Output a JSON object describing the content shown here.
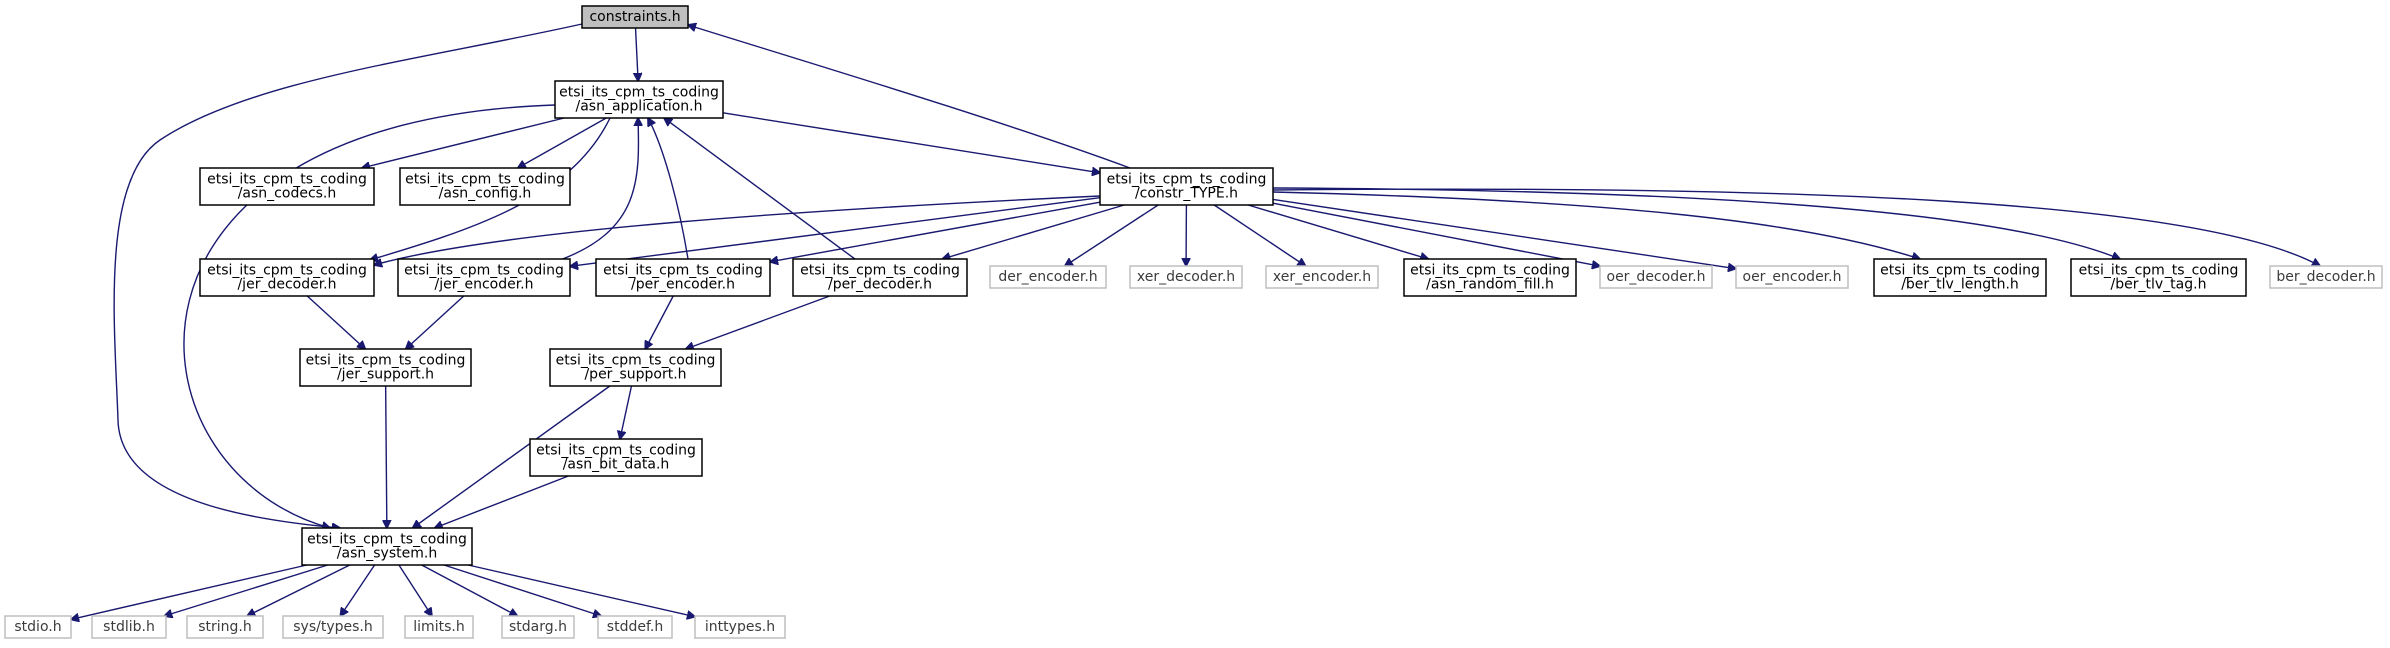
{
  "graph": {
    "nodes": [
      {
        "id": "constraints",
        "lines": [
          "constraints.h"
        ],
        "style": "focus"
      },
      {
        "id": "asn_application",
        "lines": [
          "etsi_its_cpm_ts_coding",
          "/asn_application.h"
        ],
        "style": "normal"
      },
      {
        "id": "asn_codecs",
        "lines": [
          "etsi_its_cpm_ts_coding",
          "/asn_codecs.h"
        ],
        "style": "normal"
      },
      {
        "id": "asn_config",
        "lines": [
          "etsi_its_cpm_ts_coding",
          "/asn_config.h"
        ],
        "style": "normal"
      },
      {
        "id": "constr_type",
        "lines": [
          "etsi_its_cpm_ts_coding",
          "/constr_TYPE.h"
        ],
        "style": "normal"
      },
      {
        "id": "jer_decoder",
        "lines": [
          "etsi_its_cpm_ts_coding",
          "/jer_decoder.h"
        ],
        "style": "normal"
      },
      {
        "id": "jer_encoder",
        "lines": [
          "etsi_its_cpm_ts_coding",
          "/jer_encoder.h"
        ],
        "style": "normal"
      },
      {
        "id": "per_encoder",
        "lines": [
          "etsi_its_cpm_ts_coding",
          "/per_encoder.h"
        ],
        "style": "normal"
      },
      {
        "id": "per_decoder",
        "lines": [
          "etsi_its_cpm_ts_coding",
          "/per_decoder.h"
        ],
        "style": "normal"
      },
      {
        "id": "der_encoder",
        "lines": [
          "der_encoder.h"
        ],
        "style": "system"
      },
      {
        "id": "xer_decoder",
        "lines": [
          "xer_decoder.h"
        ],
        "style": "system"
      },
      {
        "id": "xer_encoder",
        "lines": [
          "xer_encoder.h"
        ],
        "style": "system"
      },
      {
        "id": "asn_random_fill",
        "lines": [
          "etsi_its_cpm_ts_coding",
          "/asn_random_fill.h"
        ],
        "style": "normal"
      },
      {
        "id": "oer_decoder",
        "lines": [
          "oer_decoder.h"
        ],
        "style": "system"
      },
      {
        "id": "oer_encoder",
        "lines": [
          "oer_encoder.h"
        ],
        "style": "system"
      },
      {
        "id": "ber_tlv_length",
        "lines": [
          "etsi_its_cpm_ts_coding",
          "/ber_tlv_length.h"
        ],
        "style": "normal"
      },
      {
        "id": "ber_tlv_tag",
        "lines": [
          "etsi_its_cpm_ts_coding",
          "/ber_tlv_tag.h"
        ],
        "style": "normal"
      },
      {
        "id": "ber_decoder",
        "lines": [
          "ber_decoder.h"
        ],
        "style": "system"
      },
      {
        "id": "jer_support",
        "lines": [
          "etsi_its_cpm_ts_coding",
          "/jer_support.h"
        ],
        "style": "normal"
      },
      {
        "id": "per_support",
        "lines": [
          "etsi_its_cpm_ts_coding",
          "/per_support.h"
        ],
        "style": "normal"
      },
      {
        "id": "asn_bit_data",
        "lines": [
          "etsi_its_cpm_ts_coding",
          "/asn_bit_data.h"
        ],
        "style": "normal"
      },
      {
        "id": "asn_system",
        "lines": [
          "etsi_its_cpm_ts_coding",
          "/asn_system.h"
        ],
        "style": "normal"
      },
      {
        "id": "stdio",
        "lines": [
          "stdio.h"
        ],
        "style": "system"
      },
      {
        "id": "stdlib",
        "lines": [
          "stdlib.h"
        ],
        "style": "system"
      },
      {
        "id": "string",
        "lines": [
          "string.h"
        ],
        "style": "system"
      },
      {
        "id": "sys_types",
        "lines": [
          "sys/types.h"
        ],
        "style": "system"
      },
      {
        "id": "limits",
        "lines": [
          "limits.h"
        ],
        "style": "system"
      },
      {
        "id": "stdarg",
        "lines": [
          "stdarg.h"
        ],
        "style": "system"
      },
      {
        "id": "stddef",
        "lines": [
          "stddef.h"
        ],
        "style": "system"
      },
      {
        "id": "inttypes",
        "lines": [
          "inttypes.h"
        ],
        "style": "system"
      }
    ],
    "edges": [
      {
        "from": "constraints",
        "to": "asn_application"
      },
      {
        "from": "constraints",
        "to": "asn_system"
      },
      {
        "from": "constr_type",
        "to": "constraints"
      },
      {
        "from": "asn_application",
        "to": "asn_codecs"
      },
      {
        "from": "asn_application",
        "to": "asn_config"
      },
      {
        "from": "asn_application",
        "to": "constr_type"
      },
      {
        "from": "asn_application",
        "to": "jer_decoder"
      },
      {
        "from": "asn_application",
        "to": "asn_system"
      },
      {
        "from": "jer_encoder",
        "to": "asn_application"
      },
      {
        "from": "per_encoder",
        "to": "asn_application"
      },
      {
        "from": "per_decoder",
        "to": "asn_application"
      },
      {
        "from": "constr_type",
        "to": "jer_decoder"
      },
      {
        "from": "constr_type",
        "to": "jer_encoder"
      },
      {
        "from": "constr_type",
        "to": "per_encoder"
      },
      {
        "from": "constr_type",
        "to": "per_decoder"
      },
      {
        "from": "constr_type",
        "to": "der_encoder"
      },
      {
        "from": "constr_type",
        "to": "xer_decoder"
      },
      {
        "from": "constr_type",
        "to": "xer_encoder"
      },
      {
        "from": "constr_type",
        "to": "asn_random_fill"
      },
      {
        "from": "constr_type",
        "to": "oer_decoder"
      },
      {
        "from": "constr_type",
        "to": "oer_encoder"
      },
      {
        "from": "constr_type",
        "to": "ber_tlv_length"
      },
      {
        "from": "constr_type",
        "to": "ber_tlv_tag"
      },
      {
        "from": "constr_type",
        "to": "ber_decoder"
      },
      {
        "from": "jer_decoder",
        "to": "jer_support"
      },
      {
        "from": "jer_encoder",
        "to": "jer_support"
      },
      {
        "from": "per_encoder",
        "to": "per_support"
      },
      {
        "from": "per_decoder",
        "to": "per_support"
      },
      {
        "from": "jer_support",
        "to": "asn_system"
      },
      {
        "from": "per_support",
        "to": "asn_bit_data"
      },
      {
        "from": "per_support",
        "to": "asn_system"
      },
      {
        "from": "asn_bit_data",
        "to": "asn_system"
      },
      {
        "from": "asn_system",
        "to": "stdio"
      },
      {
        "from": "asn_system",
        "to": "stdlib"
      },
      {
        "from": "asn_system",
        "to": "string"
      },
      {
        "from": "asn_system",
        "to": "sys_types"
      },
      {
        "from": "asn_system",
        "to": "limits"
      },
      {
        "from": "asn_system",
        "to": "stdarg"
      },
      {
        "from": "asn_system",
        "to": "stddef"
      },
      {
        "from": "asn_system",
        "to": "inttypes"
      }
    ]
  }
}
